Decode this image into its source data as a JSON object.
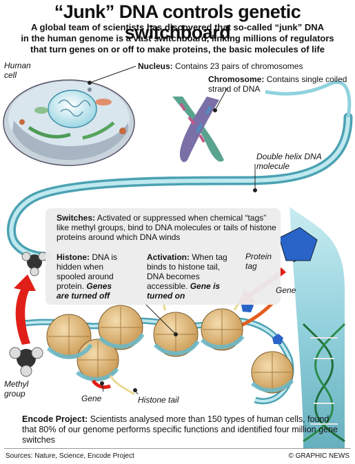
{
  "title": "“Junk” DNA controls genetic switchboard",
  "subtitle_lines": [
    "A global team of scientists has discovered that so-called “junk” DNA",
    "in the human genome is a vast switchboard, linking millions of regulators",
    "that turn genes on or off to make proteins, the basic molecules of life"
  ],
  "labels": {
    "human_cell": "Human cell",
    "nucleus_head": "Nucleus:",
    "nucleus_text": "Contains 23 pairs of chromosomes",
    "chromosome_head": "Chromosome:",
    "chromosome_text": "Contains single coiled strand of DNA",
    "double_helix": "Double helix DNA molecule",
    "switches_head": "Switches:",
    "switches_text": "Activated or suppressed when chemical “tags” like methyl groups, bind to DNA molecules or tails of histone proteins around which DNA winds",
    "histone_head": "Histone:",
    "histone_text": "DNA is hidden when spooled around protein.",
    "histone_emph": "Genes are turned off",
    "activation_head": "Activation:",
    "activation_text": "When tag binds to histone tail, DNA becomes accessible.",
    "activation_emph": "Gene is turned on",
    "protein_tag": "Protein tag",
    "gene_right": "Gene",
    "gene_bottom": "Gene",
    "histone_tail": "Histone tail",
    "methyl_group": "Methyl group"
  },
  "encode": {
    "head": "Encode Project:",
    "text": "Scientists analysed more than 150 types of human cells, found that 80% of our genome performs specific functions and identified four million gene switches"
  },
  "footer": {
    "sources": "Sources: Nature, Science, Encode Project",
    "credit": "© GRAPHIC NEWS"
  },
  "colors": {
    "dna_blue": "#7fc9d6",
    "histone_tan": "#dcb57a",
    "protein_blue": "#2a64c8",
    "arrow_red": "#e02018",
    "panel_gray": "#ececec"
  }
}
